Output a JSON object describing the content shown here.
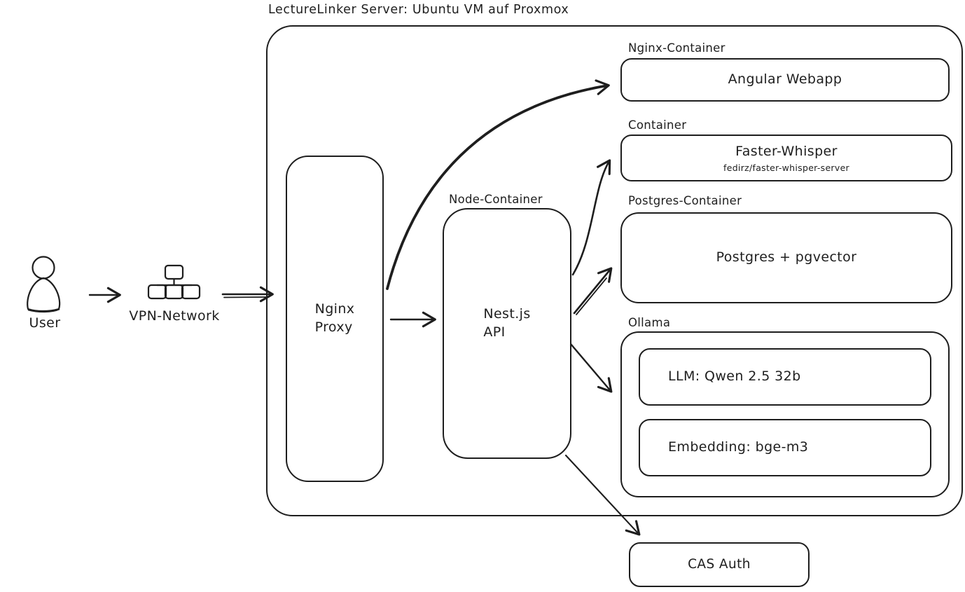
{
  "diagram": {
    "title": "LectureLinker Server: Ubuntu VM auf Proxmox",
    "colors": {
      "ink": "#1e1e1e",
      "background": "#ffffff"
    },
    "user": {
      "label": "User"
    },
    "vpn": {
      "label": "VPN-Network"
    },
    "nginx_proxy": {
      "label": "Nginx\nProxy"
    },
    "node": {
      "caption": "Node-Container",
      "label": "Nest.js\nAPI"
    },
    "webapp": {
      "caption": "Nginx-Container",
      "label": "Angular Webapp"
    },
    "whisper": {
      "caption": "Container",
      "label": "Faster-Whisper",
      "sublabel": "fedirz/faster-whisper-server"
    },
    "postgres": {
      "caption": "Postgres-Container",
      "label": "Postgres + pgvector"
    },
    "ollama": {
      "caption": "Ollama",
      "llm": "LLM: Qwen 2.5 32b",
      "embedding": "Embedding: bge-m3"
    },
    "cas": {
      "label": "CAS Auth"
    }
  }
}
